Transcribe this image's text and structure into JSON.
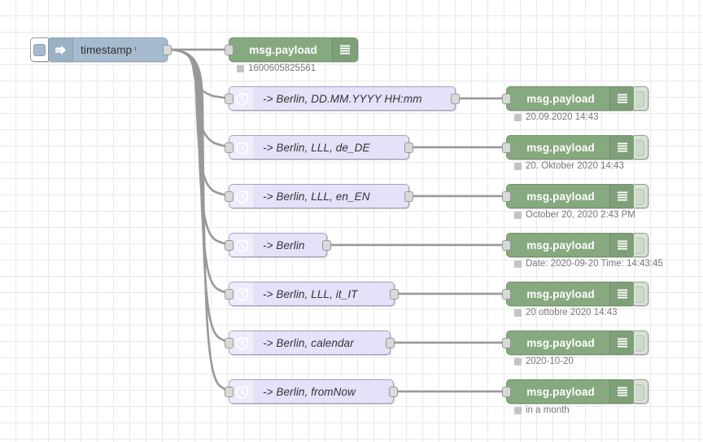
{
  "editor": {
    "app": "Node-RED flow editor",
    "grid_enabled": true,
    "colors": {
      "inject": "#a6bbcf",
      "time": "#e6e0f8",
      "debug": "#87a980",
      "wire": "#999999",
      "grid": "#e9e9e9",
      "canvas": "#ffffff"
    }
  },
  "inject_node": {
    "label": "timestamp",
    "superscript": "¹",
    "icon": "inject-arrow-icon",
    "button_icon": "inject-trigger-button"
  },
  "time_nodes": [
    {
      "label": "-> Berlin, DD.MM.YYYY HH:mm",
      "icon": "clock-icon"
    },
    {
      "label": "-> Berlin, LLL, de_DE",
      "icon": "clock-icon"
    },
    {
      "label": "-> Berlin, LLL, en_EN",
      "icon": "clock-icon"
    },
    {
      "label": "-> Berlin",
      "icon": "clock-icon"
    },
    {
      "label": "-> Berlin, LLL, it_IT",
      "icon": "clock-icon"
    },
    {
      "label": "-> Berlin, calendar",
      "icon": "clock-icon"
    },
    {
      "label": "-> Berlin, fromNow",
      "icon": "clock-icon"
    }
  ],
  "debug_nodes": [
    {
      "label": "msg.payload",
      "icon": "debug-lines-icon",
      "status": "1600605825561",
      "has_toggle": false
    },
    {
      "label": "msg.payload",
      "icon": "debug-lines-icon",
      "status": "20.09.2020 14:43",
      "has_toggle": true
    },
    {
      "label": "msg.payload",
      "icon": "debug-lines-icon",
      "status": "20. Oktober 2020 14:43",
      "has_toggle": true
    },
    {
      "label": "msg.payload",
      "icon": "debug-lines-icon",
      "status": "October 20, 2020 2:43 PM",
      "has_toggle": true
    },
    {
      "label": "msg.payload",
      "icon": "debug-lines-icon",
      "status": "Date: 2020-09-20 Time: 14:43:45",
      "has_toggle": true
    },
    {
      "label": "msg.payload",
      "icon": "debug-lines-icon",
      "status": "20 ottobre 2020 14:43",
      "has_toggle": true
    },
    {
      "label": "msg.payload",
      "icon": "debug-lines-icon",
      "status": "2020-10-20",
      "has_toggle": true
    },
    {
      "label": "msg.payload",
      "icon": "debug-lines-icon",
      "status": "in a month",
      "has_toggle": true
    }
  ]
}
